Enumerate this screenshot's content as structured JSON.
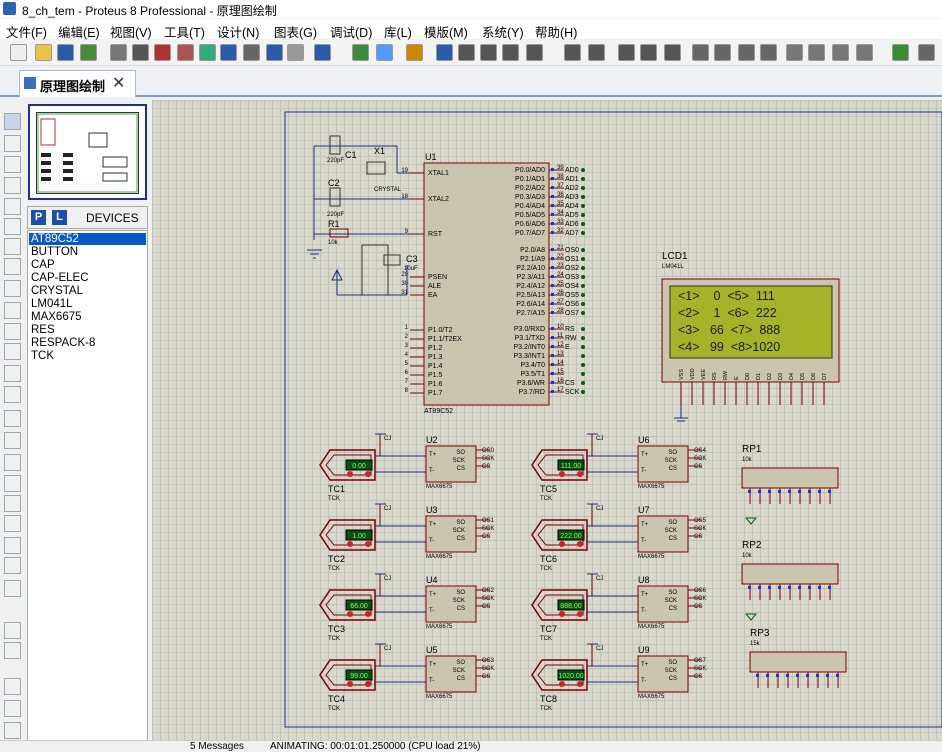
{
  "window": {
    "title": "8_ch_tem - Proteus 8 Professional - 原理图绘制"
  },
  "menu": [
    "文件(F)",
    "编辑(E)",
    "视图(V)",
    "工具(T)",
    "设计(N)",
    "图表(G)",
    "调试(D)",
    "库(L)",
    "模版(M)",
    "系统(Y)",
    "帮助(H)"
  ],
  "tab": {
    "label": "原理图绘制",
    "close": "✕"
  },
  "device_panel": {
    "p_label": "P",
    "l_label": "L",
    "title": "DEVICES",
    "items": [
      "AT89C52",
      "BUTTON",
      "CAP",
      "CAP-ELEC",
      "CRYSTAL",
      "LM041L",
      "MAX6675",
      "RES",
      "RESPACK-8",
      "TCK"
    ],
    "selected": "AT89C52"
  },
  "status": {
    "text": "ANIMATING: 00:01:01.250000 (CPU load 21%)",
    "messages": "5 Messages"
  },
  "schematic": {
    "mcu": {
      "ref": "U1",
      "part": "AT89C52",
      "left_pins": [
        [
          "19",
          "XTAL1"
        ],
        [
          "18",
          "XTAL2"
        ],
        [
          "9",
          "RST"
        ],
        [
          "29",
          "PSEN"
        ],
        [
          "30",
          "ALE"
        ],
        [
          "31",
          "EA"
        ],
        [
          "1",
          "P1.0/T2"
        ],
        [
          "2",
          "P1.1/T2EX"
        ],
        [
          "3",
          "P1.2"
        ],
        [
          "4",
          "P1.3"
        ],
        [
          "5",
          "P1.4"
        ],
        [
          "6",
          "P1.5"
        ],
        [
          "7",
          "P1.6"
        ],
        [
          "8",
          "P1.7"
        ]
      ],
      "right_pins_p0": [
        [
          "39",
          "P0.0/AD0",
          "AD0"
        ],
        [
          "38",
          "P0.1/AD1",
          "AD1"
        ],
        [
          "37",
          "P0.2/AD2",
          "AD2"
        ],
        [
          "36",
          "P0.3/AD3",
          "AD3"
        ],
        [
          "35",
          "P0.4/AD4",
          "AD4"
        ],
        [
          "34",
          "P0.5/AD5",
          "AD5"
        ],
        [
          "33",
          "P0.6/AD6",
          "AD6"
        ],
        [
          "32",
          "P0.7/AD7",
          "AD7"
        ]
      ],
      "right_pins_p2": [
        [
          "21",
          "P2.0/A8",
          "OS0"
        ],
        [
          "22",
          "P2.1/A9",
          "OS1"
        ],
        [
          "23",
          "P2.2/A10",
          "OS2"
        ],
        [
          "24",
          "P2.3/A11",
          "OS3"
        ],
        [
          "25",
          "P2.4/A12",
          "OS4"
        ],
        [
          "26",
          "P2.5/A13",
          "OS5"
        ],
        [
          "27",
          "P2.6/A14",
          "OS6"
        ],
        [
          "28",
          "P2.7/A15",
          "OS7"
        ]
      ],
      "right_pins_p3": [
        [
          "10",
          "P3.0/RXD",
          "RS"
        ],
        [
          "11",
          "P3.1/TXD",
          "RW"
        ],
        [
          "12",
          "P3.2/INT0",
          "E"
        ],
        [
          "13",
          "P3.3/INT1",
          ""
        ],
        [
          "14",
          "P3.4/T0",
          ""
        ],
        [
          "15",
          "P3.5/T1",
          ""
        ],
        [
          "16",
          "P3.6/WR",
          "CS"
        ],
        [
          "17",
          "P3.7/RD",
          "SCK"
        ]
      ]
    },
    "c1": {
      "ref": "C1",
      "val": "220pF"
    },
    "c2": {
      "ref": "C2",
      "val": "220pF"
    },
    "c3": {
      "ref": "C3",
      "val": "10uF"
    },
    "r1": {
      "ref": "R1",
      "val": "10k"
    },
    "x1": {
      "ref": "X1",
      "val": "CRYSTAL"
    },
    "lcd": {
      "ref": "LCD1",
      "part": "LM041L",
      "lines": [
        "<1>    0  <5>  111",
        "<2>    1  <6>  222",
        "<3>   66  <7>  888",
        "<4>   99  <8>1020"
      ],
      "pins": [
        "VSS",
        "VDD",
        "VEE",
        "RS",
        "RW",
        "E",
        "D0",
        "D1",
        "D2",
        "D3",
        "D4",
        "D5",
        "D6",
        "D7"
      ]
    },
    "rp1": {
      "ref": "RP1",
      "val": "10k"
    },
    "rp2": {
      "ref": "RP2",
      "val": "10k"
    },
    "rp3": {
      "ref": "RP3",
      "val": "15k"
    },
    "thermo": [
      {
        "tc": "TC1",
        "u": "U2",
        "disp": "0.00",
        "os": "OS0"
      },
      {
        "tc": "TC2",
        "u": "U3",
        "disp": "1.00",
        "os": "OS1"
      },
      {
        "tc": "TC3",
        "u": "U4",
        "disp": "66.00",
        "os": "OS2"
      },
      {
        "tc": "TC4",
        "u": "U5",
        "disp": "99.00",
        "os": "OS3"
      },
      {
        "tc": "TC5",
        "u": "U6",
        "disp": "111.00",
        "os": "OS4"
      },
      {
        "tc": "TC6",
        "u": "U7",
        "disp": "222.00",
        "os": "OS5"
      },
      {
        "tc": "TC7",
        "u": "U8",
        "disp": "888.00",
        "os": "OS6"
      },
      {
        "tc": "TC8",
        "u": "U9",
        "disp": "1020.00",
        "os": "OS7"
      }
    ],
    "max_part": "MAX6675",
    "tck": "TCK",
    "cj": "CJ"
  }
}
